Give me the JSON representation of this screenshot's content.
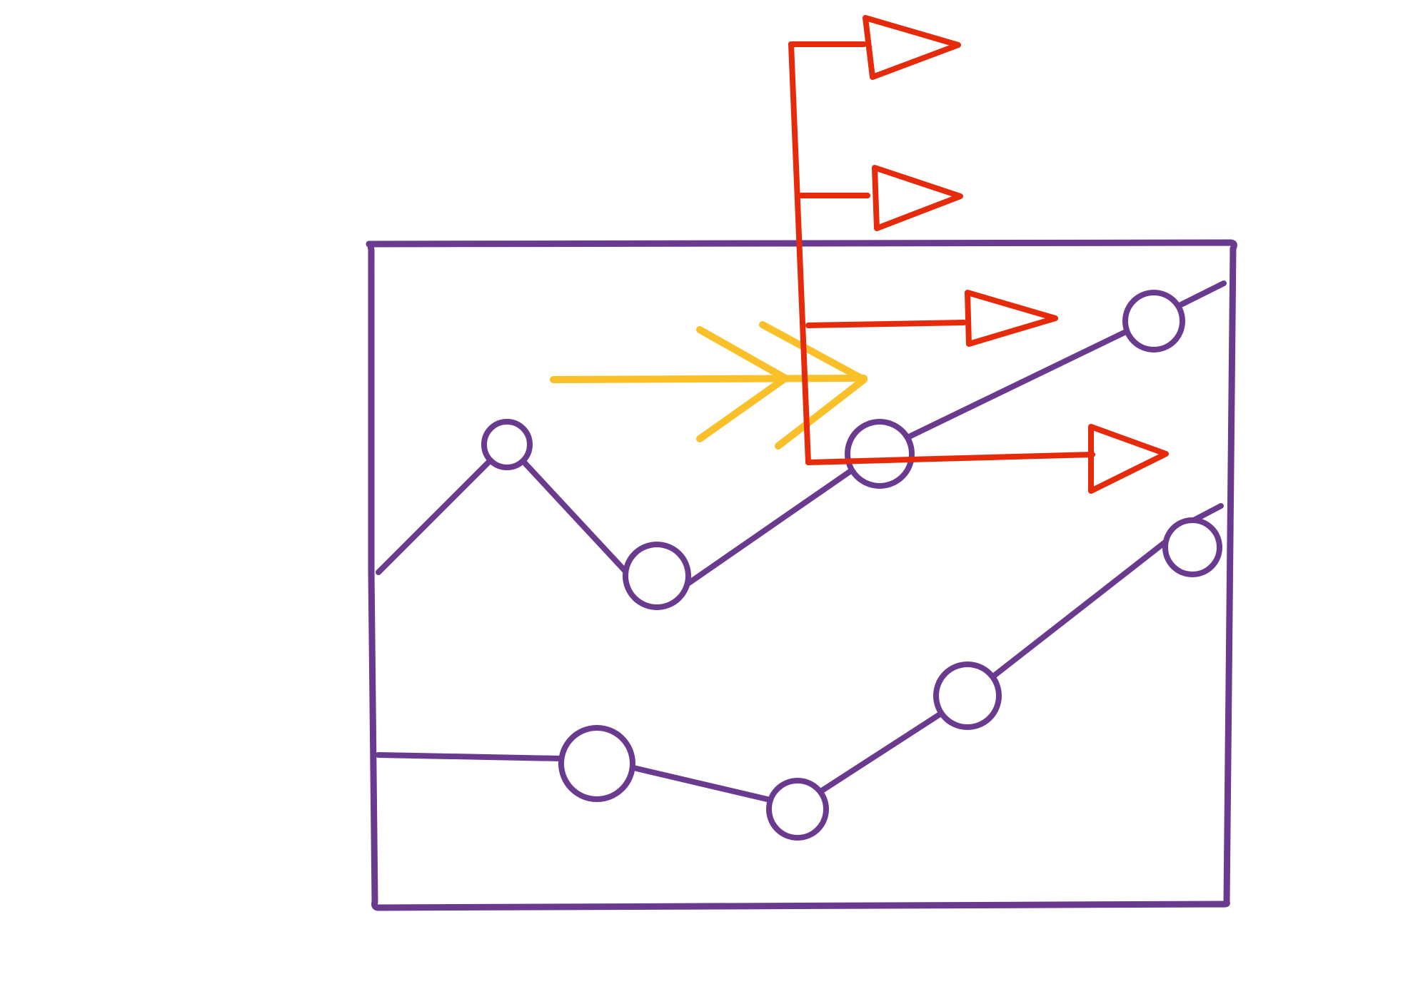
{
  "colors": {
    "background": "#ffffff",
    "chart_stroke": "#6a3a8e",
    "flag_stroke": "#e62a0c",
    "arrow_stroke": "#f9c02a"
  },
  "icons": {
    "chart": "line-chart-icon",
    "flags": "flag-icon",
    "arrow": "double-chevron-right-icon"
  },
  "sketch": {
    "upper_series_points": 6,
    "lower_series_points": 5,
    "flag_count": 4
  }
}
